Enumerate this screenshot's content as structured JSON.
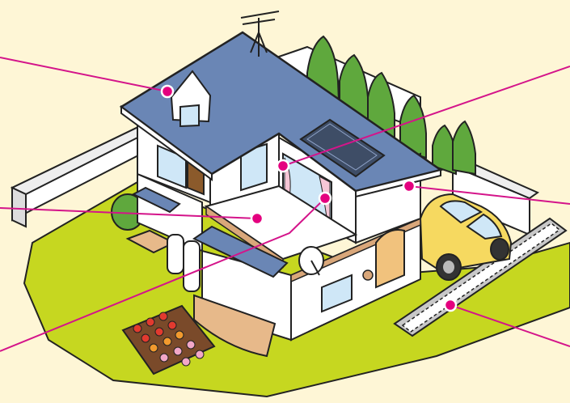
{
  "colors": {
    "background": "#FEF6D6",
    "lawn": "#C6D720",
    "roof": "#6A86B5",
    "wall": "#FFFFFF",
    "wood_trim": "#D9A77A",
    "trees": "#5FA83D",
    "car": "#F6D960",
    "soil": "#7A4A2A",
    "callout_line": "#D4148A",
    "callout_dot": "#E4007F",
    "outline": "#222222"
  },
  "callouts": [
    {
      "id": "roof",
      "icon": "roof"
    },
    {
      "id": "window",
      "icon": "window"
    },
    {
      "id": "outer-wall",
      "icon": "outer-wall"
    },
    {
      "id": "balcony",
      "icon": "balcony"
    },
    {
      "id": "balcony-window",
      "icon": "window"
    },
    {
      "id": "drain-grate",
      "icon": "drainage-grate"
    }
  ]
}
